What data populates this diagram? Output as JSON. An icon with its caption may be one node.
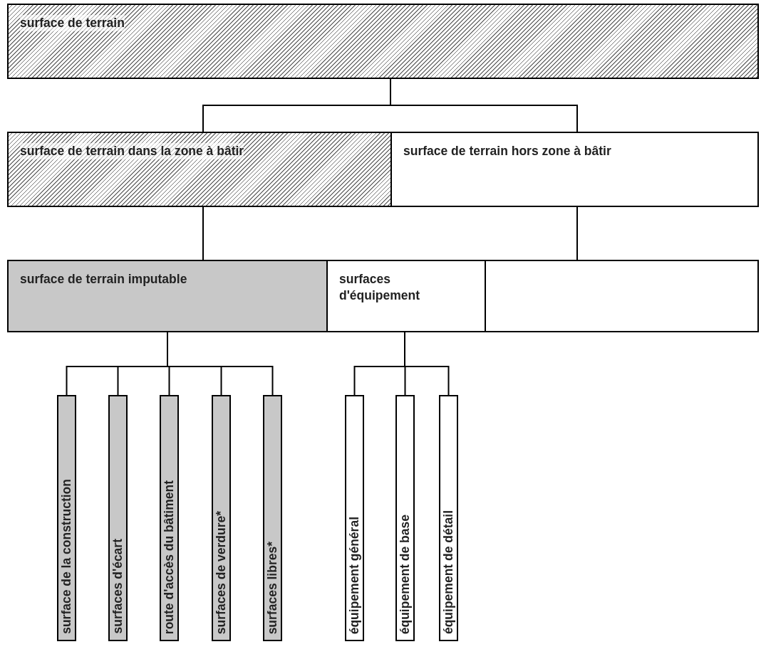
{
  "diagram": {
    "nodes": [
      {
        "text": [
          "surface de terrain"
        ]
      },
      {
        "text": [
          "surface de terrain dans la zone à bâtir"
        ]
      },
      {
        "text": [
          "surface de terrain hors zone à bâtir"
        ]
      },
      {
        "text": [
          "surface de terrain imputable"
        ]
      },
      {
        "text": [
          "surfaces d'équipement"
        ]
      },
      {
        "text": [],
        "shape": "box"
      },
      {
        "text": [
          "surface de la construction"
        ]
      },
      {
        "text": [
          "surfaces d'écart"
        ]
      },
      {
        "text": [
          "route d'accès du bâtiment"
        ]
      },
      {
        "text": [
          "surfaces de verdure*"
        ]
      },
      {
        "text": [
          "surfaces libres*"
        ]
      },
      {
        "text": [
          "équipement général"
        ]
      },
      {
        "text": [
          "équipement de base"
        ]
      },
      {
        "text": [
          "équipement de détail"
        ]
      }
    ],
    "edges": [
      {
        "from": 0,
        "to": 1,
        "arrow": "none"
      },
      {
        "from": 0,
        "to": 2,
        "arrow": "none"
      },
      {
        "from": 1,
        "to": 3,
        "arrow": "none"
      },
      {
        "from": 2,
        "to": 5,
        "arrow": "none"
      },
      {
        "from": 3,
        "to": 6,
        "arrow": "none"
      },
      {
        "from": 3,
        "to": 7,
        "arrow": "none"
      },
      {
        "from": 3,
        "to": 8,
        "arrow": "none"
      },
      {
        "from": 3,
        "to": 9,
        "arrow": "none"
      },
      {
        "from": 3,
        "to": 10,
        "arrow": "none"
      },
      {
        "from": 4,
        "to": 11,
        "arrow": "none"
      },
      {
        "from": 4,
        "to": 12,
        "arrow": "none"
      },
      {
        "from": 4,
        "to": 13,
        "arrow": "none"
      }
    ]
  }
}
